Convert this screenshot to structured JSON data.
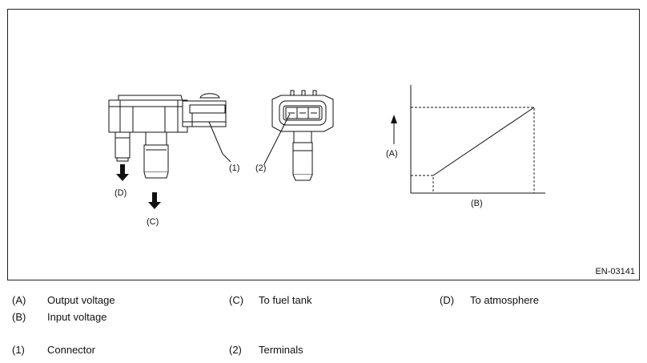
{
  "figure": {
    "labels": {
      "a": "(A)",
      "b": "(B)",
      "c": "(C)",
      "d": "(D)",
      "one": "(1)",
      "two": "(2)"
    },
    "code": "EN-03141"
  },
  "legend": {
    "a": {
      "key": "(A)",
      "text": "Output voltage"
    },
    "b": {
      "key": "(B)",
      "text": "Input voltage"
    },
    "c": {
      "key": "(C)",
      "text": "To fuel tank"
    },
    "d": {
      "key": "(D)",
      "text": "To atmosphere"
    },
    "one": {
      "key": "(1)",
      "text": "Connector"
    },
    "two": {
      "key": "(2)",
      "text": "Terminals"
    }
  }
}
